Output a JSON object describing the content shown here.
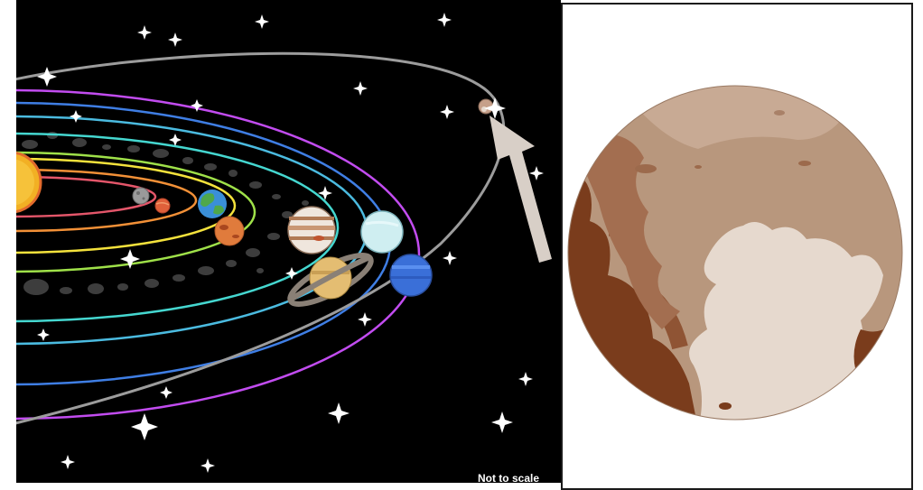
{
  "scene": {
    "note": "Not to scale",
    "bodies": [
      "sun",
      "mercury",
      "venus",
      "earth",
      "mars",
      "asteroid-belt",
      "jupiter",
      "saturn",
      "uranus",
      "neptune",
      "pluto"
    ],
    "highlighted_body": "pluto"
  },
  "colors": {
    "space": "#000000",
    "sun": "#f2b024",
    "mercury_orbit": "#e4566a",
    "venus_orbit": "#f29037",
    "earth_orbit": "#f4e23c",
    "mars_orbit": "#9fe149",
    "jupiter_orbit": "#45d7d0",
    "saturn_orbit": "#4bbbe0",
    "uranus_orbit": "#3f7ee4",
    "neptune_orbit": "#c24cf0",
    "pluto_orbit": "#9c9c9c",
    "arrow": "#d8cfc7",
    "pluto_base": "#b8977d",
    "pluto_light": "#e6d9ce",
    "pluto_dark": "#7a3c1c"
  }
}
